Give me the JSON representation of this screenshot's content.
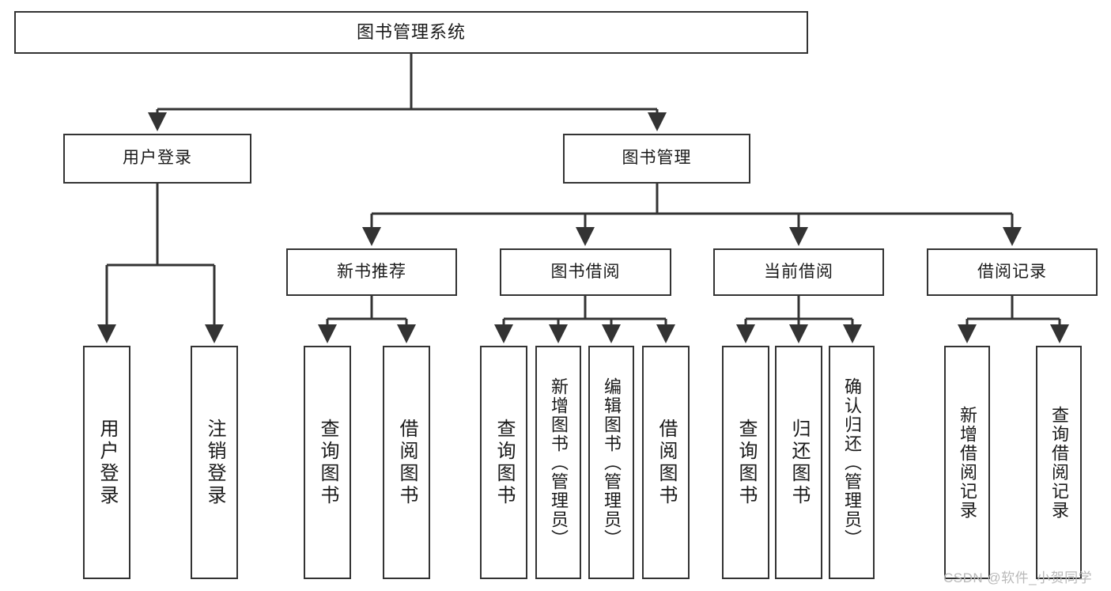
{
  "diagram": {
    "title": "图书管理系统",
    "root": {
      "id": "root",
      "label": "图书管理系统"
    },
    "level2": [
      {
        "id": "user-login",
        "label": "用户登录"
      },
      {
        "id": "book-manage",
        "label": "图书管理"
      }
    ],
    "level3": [
      {
        "id": "new-book-rec",
        "label": "新书推荐"
      },
      {
        "id": "book-borrow",
        "label": "图书借阅"
      },
      {
        "id": "current-borrow",
        "label": "当前借阅"
      },
      {
        "id": "borrow-record",
        "label": "借阅记录"
      }
    ],
    "leaves": {
      "user_login": [
        {
          "id": "leaf-user-login",
          "label": "用户登录"
        },
        {
          "id": "leaf-logout",
          "label": "注销登录"
        }
      ],
      "new_book_rec": [
        {
          "id": "leaf-query-book-1",
          "label": "查询图书"
        },
        {
          "id": "leaf-borrow-book-1",
          "label": "借阅图书"
        }
      ],
      "book_borrow": [
        {
          "id": "leaf-query-book-2",
          "label": "查询图书"
        },
        {
          "id": "leaf-add-book",
          "label": "新增图书（管理员）"
        },
        {
          "id": "leaf-edit-book",
          "label": "编辑图书（管理员）"
        },
        {
          "id": "leaf-borrow-book-2",
          "label": "借阅图书"
        }
      ],
      "current_borrow": [
        {
          "id": "leaf-query-book-3",
          "label": "查询图书"
        },
        {
          "id": "leaf-return-book",
          "label": "归还图书"
        },
        {
          "id": "leaf-confirm-return",
          "label": "确认归还（管理员）"
        }
      ],
      "borrow_record": [
        {
          "id": "leaf-add-record",
          "label": "新增借阅记录"
        },
        {
          "id": "leaf-query-record",
          "label": "查询借阅记录"
        }
      ]
    }
  },
  "watermark": {
    "text": "CSDN @软件_小贺同学"
  },
  "colors": {
    "stroke": "#333333",
    "box_fill": "#ffffff",
    "text": "#1a1a1a",
    "watermark": "#b9b9b9"
  }
}
